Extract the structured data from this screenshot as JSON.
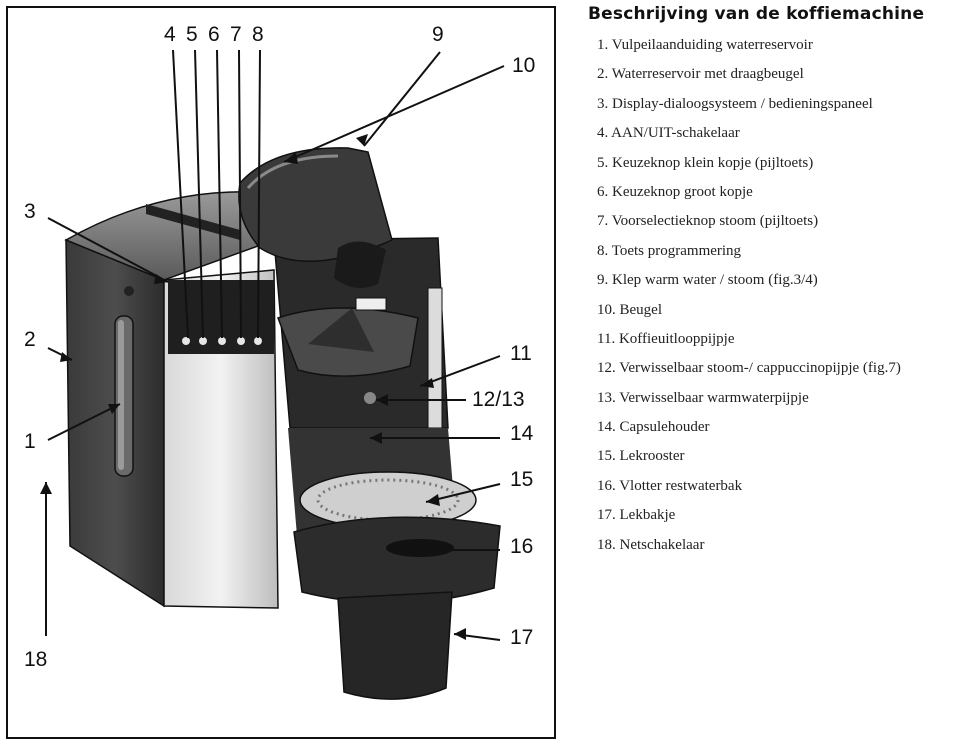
{
  "figure": {
    "callouts": [
      "4",
      "5",
      "6",
      "7",
      "8",
      "9",
      "10",
      "3",
      "2",
      "11",
      "12/13",
      "1",
      "14",
      "15",
      "16",
      "17",
      "18"
    ]
  },
  "legend": {
    "title": "Beschrijving van de koffiemachine",
    "items": [
      "1. Vulpeilaanduiding waterreservoir",
      "2. Waterreservoir met draagbeugel",
      "3. Display-dialoogsysteem / bedieningspaneel",
      "4. AAN/UIT-schakelaar",
      "5. Keuzeknop klein kopje (pijltoets)",
      "6. Keuzeknop groot kopje",
      "7. Voorselectieknop stoom (pijltoets)",
      "8. Toets programmering",
      "9. Klep warm water / stoom (fig.3/4)",
      "10. Beugel",
      "11. Koffieuitlooppijpje",
      "12. Verwisselbaar stoom-/ cappuccinopijpje (fig.7)",
      "13. Verwisselbaar warmwaterpijpje",
      "14. Capsulehouder",
      "15. Lekrooster",
      "16. Vlotter restwaterbak",
      "17. Lekbakje",
      "18. Netschakelaar"
    ]
  }
}
